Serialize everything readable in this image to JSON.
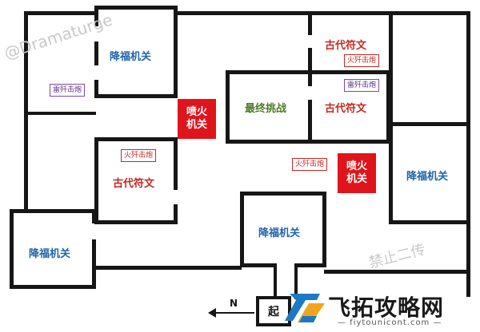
{
  "watermarks": {
    "author": "@Dramaturge",
    "no_repost": "禁止二传"
  },
  "rooms": {
    "top_left": "降福机关",
    "top_right_upper": "古代符文",
    "middle_final": "最终挑战",
    "middle_right": "古代符文",
    "left_lower": "古代符文",
    "right_side": "降福机关",
    "bottom_center": "降福机关",
    "bottom_left": "降福机关"
  },
  "flame_traps": {
    "left": "喷火\n机关",
    "right": "喷火\n机关"
  },
  "tags": {
    "thunder_left": "雷歼击炮",
    "fire_top_right": "火歼击炮",
    "thunder_right": "雷歼击炮",
    "fire_lower_left": "火歼击炮",
    "fire_center": "火歼击炮"
  },
  "start_label": "起",
  "north_label": "N",
  "brand": {
    "name": "飞拓攻略网",
    "url": "— fiytounicont.com —"
  },
  "colors": {
    "wall": "#161616",
    "blue_label": "#2266a8",
    "red_label": "#c8271f",
    "green_label": "#4e7c2a",
    "flame_box": "#e0141b",
    "brand_blue": "#1d79c4",
    "brand_yellow": "#f2a51a"
  },
  "icons": [
    "north-arrow-icon",
    "brand-logo-icon"
  ]
}
